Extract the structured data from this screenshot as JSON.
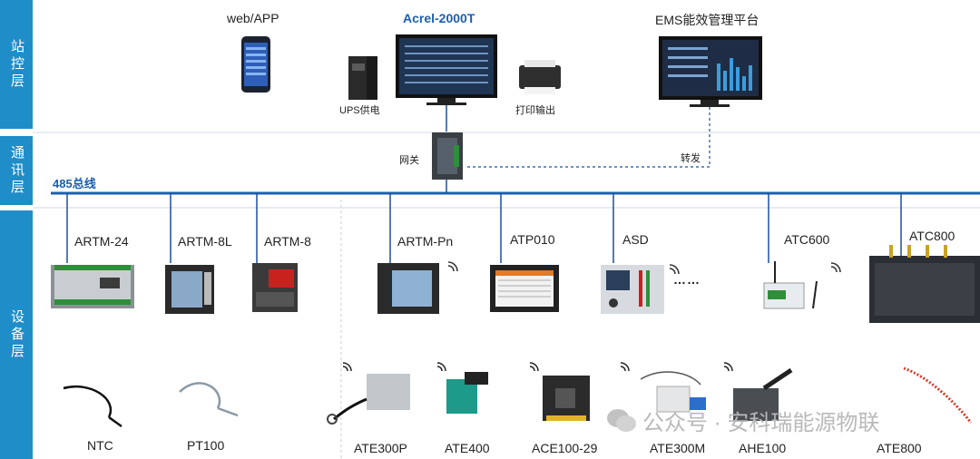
{
  "layers": {
    "station": "站控层",
    "comm": "通讯层",
    "device": "设备层"
  },
  "station": {
    "webapp": "web/APP",
    "acrel": "Acrel-2000T",
    "ems": "EMS能效管理平台",
    "ups": "UPS供电",
    "printer": "打印输出"
  },
  "comm": {
    "gateway": "网关",
    "forward": "转发",
    "bus": "485总线"
  },
  "devices": {
    "artm24": "ARTM-24",
    "artm8l": "ARTM-8L",
    "artm8": "ARTM-8",
    "artmpn": "ARTM-Pn",
    "atp010": "ATP010",
    "asd": "ASD",
    "atc600": "ATC600",
    "atc800": "ATC800",
    "ellipsis": "……"
  },
  "sensors": {
    "ntc": "NTC",
    "pt100": "PT100",
    "ate300p": "ATE300P",
    "ate400": "ATE400",
    "ace100": "ACE100-29",
    "ate300m": "ATE300M",
    "ahe100": "AHE100",
    "ate800": "ATE800"
  },
  "watermark": "公众号 · 安科瑞能源物联",
  "colors": {
    "accent": "#1f8dc8",
    "bus": "#1c5fb0",
    "line": "#1a4f9c"
  }
}
